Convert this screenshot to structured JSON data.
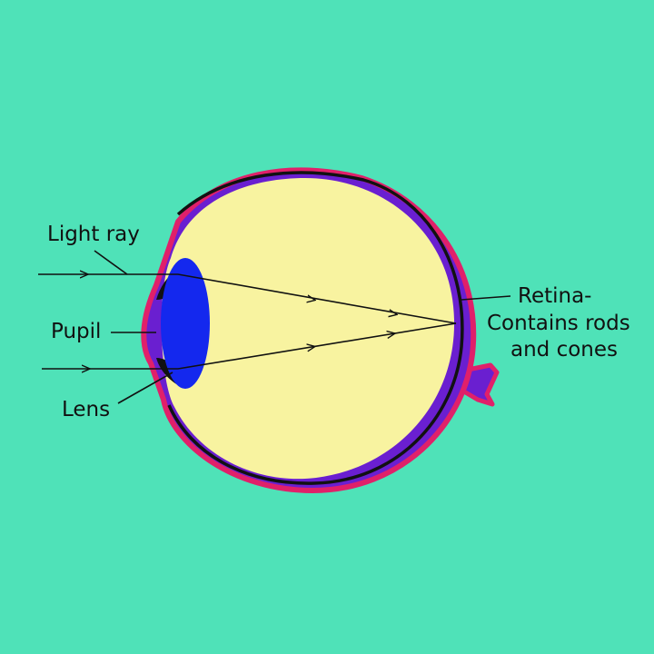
{
  "colors": {
    "background": "#4fe2b8",
    "sclera_outline": "#e0206a",
    "choroid_layer": "#6a1fd0",
    "retina_line": "#111111",
    "vitreous_fill": "#f8f3a0",
    "lens_fill": "#1428ee",
    "iris": "#111111",
    "ray": "#111111"
  },
  "labels": {
    "light_ray": "Light ray",
    "pupil": "Pupil",
    "lens": "Lens",
    "retina_line1": "Retina-",
    "retina_line2": "Contains rods",
    "retina_line3": "and cones"
  }
}
